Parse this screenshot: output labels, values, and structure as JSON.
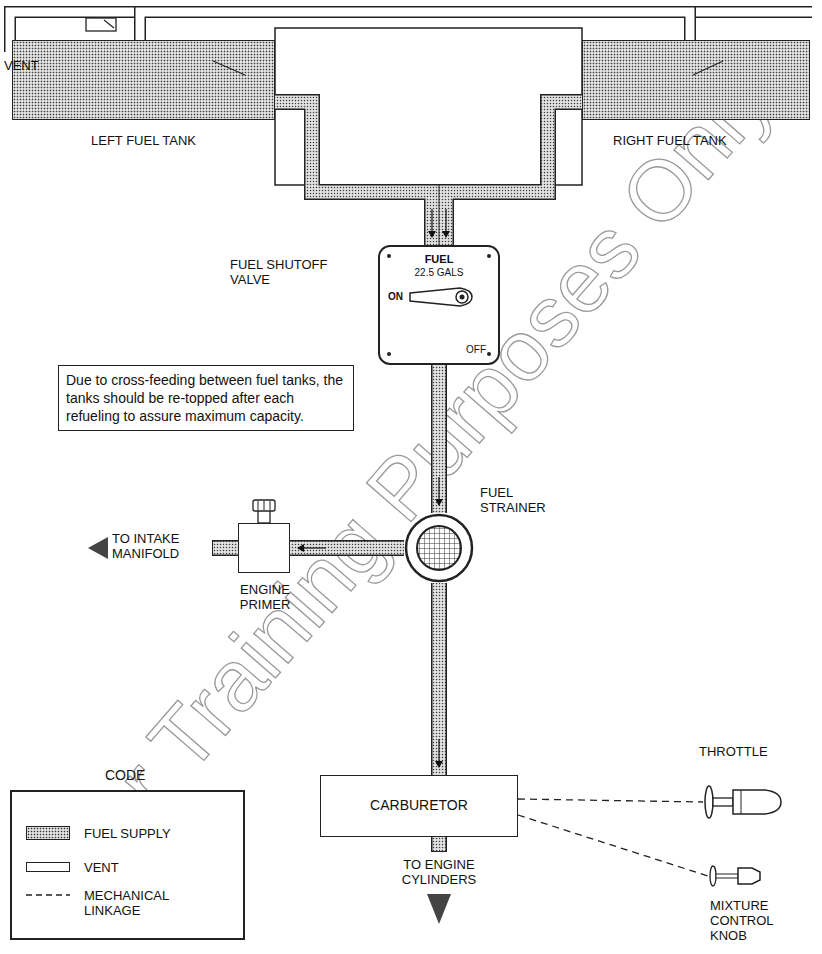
{
  "diagram": {
    "nodes": [
      {
        "text": [
          "LEFT FUEL TANK"
        ]
      },
      {
        "text": [
          "RIGHT FUEL TANK"
        ]
      },
      {
        "text": [
          "FUEL SHUTOFF VALVE",
          "FUEL",
          "22.5 GALS",
          "ON",
          "OFF"
        ]
      },
      {
        "text": [
          "Due to cross-feeding between fuel tanks, the tanks should be re-topped after each refueling to assure maximum capacity."
        ]
      },
      {
        "text": [
          "FUEL STRAINER"
        ]
      },
      {
        "text": [
          "ENGINE PRIMER"
        ]
      },
      {
        "text": [
          "CARBURETOR"
        ]
      },
      {
        "text": [
          "THROTTLE"
        ]
      },
      {
        "text": [
          "MIXTURE CONTROL KNOB"
        ]
      }
    ],
    "edges": [
      {
        "from": 0,
        "to": 2,
        "arrow": "to"
      },
      {
        "from": 1,
        "to": 2,
        "arrow": "to"
      },
      {
        "from": 2,
        "to": 4,
        "arrow": "to"
      },
      {
        "from": 4,
        "to": 5,
        "arrow": "to"
      },
      {
        "from": 4,
        "to": 6,
        "arrow": "to"
      },
      {
        "from": 6,
        "to": 7,
        "arrow": "none"
      },
      {
        "from": 6,
        "to": 8,
        "arrow": "none"
      },
      {
        "from": 0,
        "to": 1,
        "arrow": "none"
      }
    ],
    "labels": [
      "VENT",
      "TO INTAKE MANIFOLD",
      "TO ENGINE CYLINDERS",
      "CODE",
      "For Training Purposes Only"
    ],
    "legend": [
      {
        "text": "FUEL SUPPLY"
      },
      {
        "text": "VENT"
      },
      {
        "text": "MECHANICAL LINKAGE"
      }
    ]
  }
}
